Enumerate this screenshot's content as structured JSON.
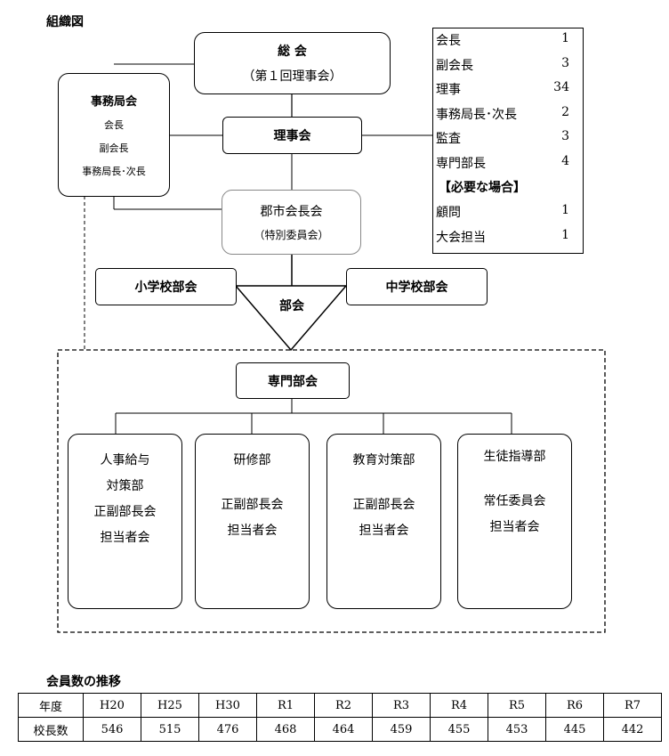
{
  "title": "組織図",
  "general_meeting": {
    "line1": "総 会",
    "line2": "（第１回理事会）"
  },
  "secretariat": {
    "title": "事務局会",
    "items": [
      "会長",
      "副会長",
      "事務局長･次長"
    ]
  },
  "board": {
    "label": "理事会"
  },
  "city_chairs": {
    "line1": "郡市会長会",
    "line2": "（特別委員会）"
  },
  "elementary": {
    "label": "小学校部会"
  },
  "junior_high": {
    "label": "中学校部会"
  },
  "bukai": {
    "label": "部会"
  },
  "senmon": {
    "label": "専門部会"
  },
  "departments": [
    {
      "name1": "人事給与",
      "name2": "対策部",
      "line1": "正副部長会",
      "line2": "担当者会"
    },
    {
      "name1": "研修部",
      "name2": "",
      "line1": "正副部長会",
      "line2": "担当者会"
    },
    {
      "name1": "教育対策部",
      "name2": "",
      "line1": "正副部長会",
      "line2": "担当者会"
    },
    {
      "name1": "生徒指導部",
      "name2": "",
      "line1": "常任委員会",
      "line2": "担当者会"
    }
  ],
  "positions": {
    "rows": [
      {
        "name": "会長",
        "count": "1"
      },
      {
        "name": "副会長",
        "count": "3"
      },
      {
        "name": "理事",
        "count": "34"
      },
      {
        "name": "事務局長･次長",
        "count": "2"
      },
      {
        "name": "監査",
        "count": "3"
      },
      {
        "name": "専門部長",
        "count": "4"
      }
    ],
    "note": "【必要な場合】",
    "extra": [
      {
        "name": "顧問",
        "count": "1"
      },
      {
        "name": "大会担当",
        "count": "1"
      }
    ]
  },
  "members": {
    "title": "会員数の推移",
    "header_label": "年度",
    "row_label": "校長数",
    "years": [
      "H20",
      "H25",
      "H30",
      "R1",
      "R2",
      "R3",
      "R4",
      "R5",
      "R6",
      "R7"
    ],
    "counts": [
      "546",
      "515",
      "476",
      "468",
      "464",
      "459",
      "455",
      "453",
      "445",
      "442"
    ]
  }
}
